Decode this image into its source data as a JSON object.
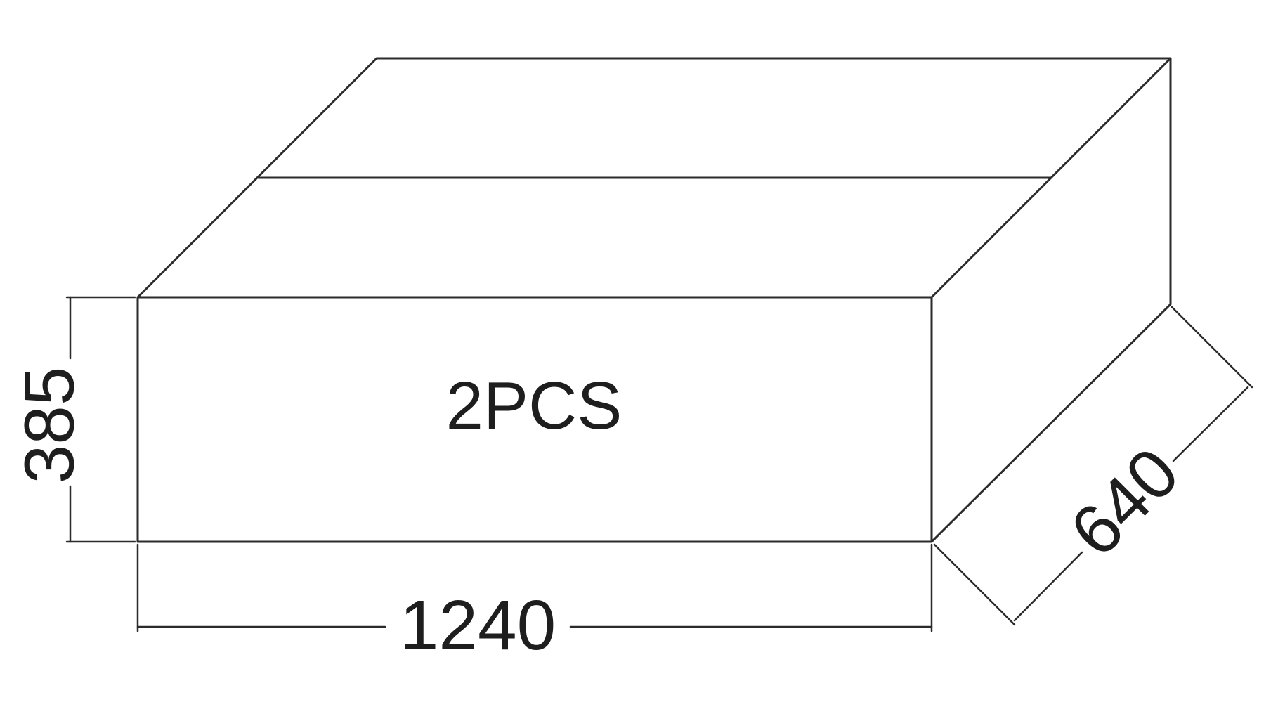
{
  "box": {
    "content_label": "2PCS"
  },
  "dimensions": {
    "length": "1240",
    "height": "385",
    "depth": "640"
  },
  "colors": {
    "line": "#2b2b2b",
    "text": "#1e1e1e",
    "background": "#ffffff"
  }
}
